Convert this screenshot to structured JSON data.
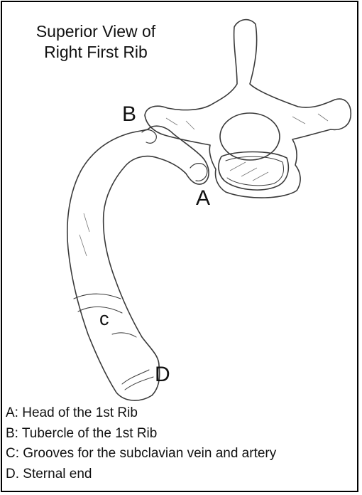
{
  "title": {
    "line1": "Superior View of",
    "line2": "Right First Rib"
  },
  "labels": {
    "a": "A",
    "b": "B",
    "c": "c",
    "d": "D"
  },
  "legend": [
    "A: Head of the 1st Rib",
    "B: Tubercle of the 1st Rib",
    "C: Grooves for the subclavian vein and artery",
    "D. Sternal end"
  ]
}
